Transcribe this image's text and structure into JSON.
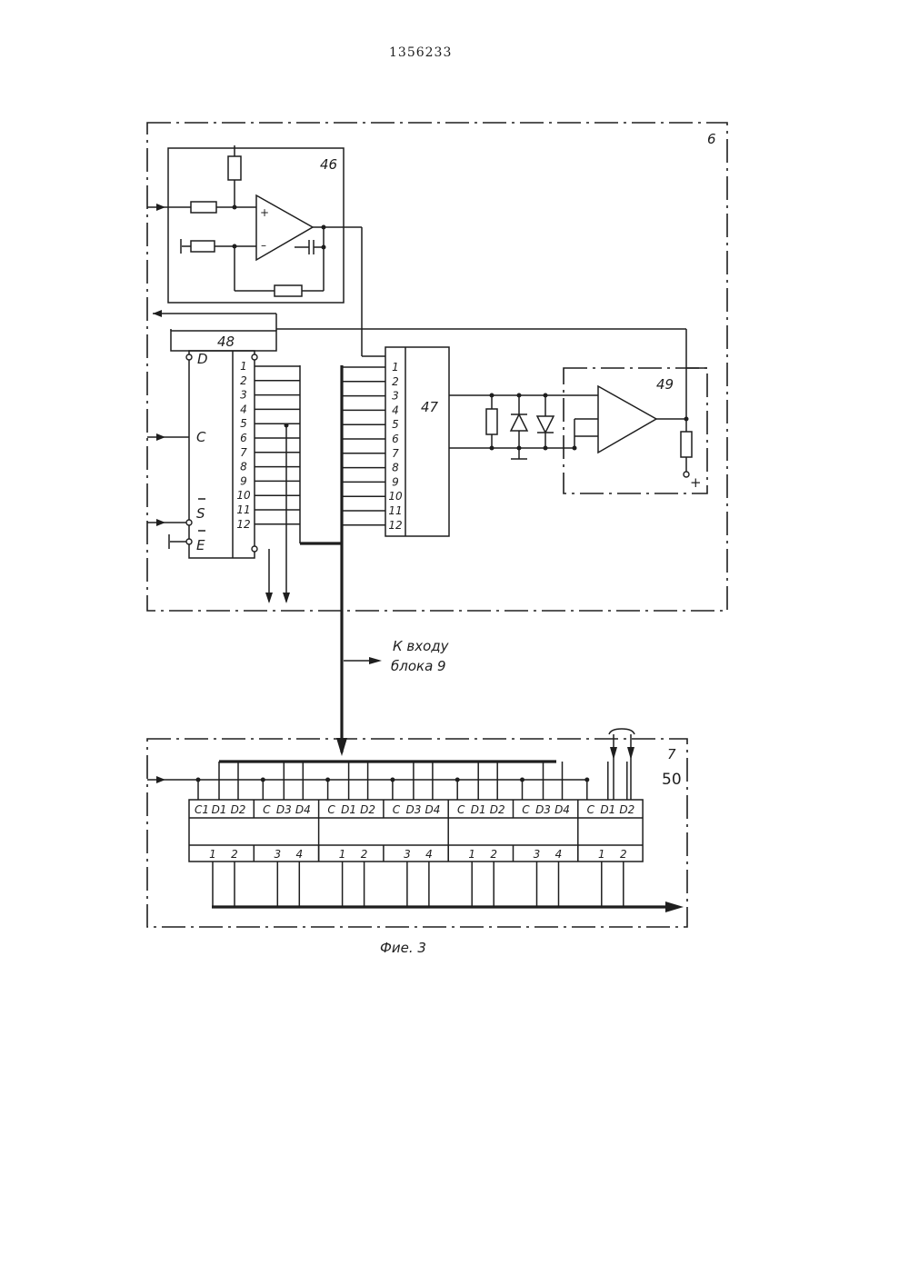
{
  "header": {
    "patent_number": "1356233"
  },
  "block6": {
    "label": "6"
  },
  "block46": {
    "label": "46"
  },
  "block47": {
    "label": "47",
    "pins": [
      "1",
      "2",
      "3",
      "4",
      "5",
      "6",
      "7",
      "8",
      "9",
      "10",
      "11",
      "12"
    ]
  },
  "block48": {
    "label": "48",
    "inputs": {
      "d": "D",
      "c": "C",
      "s": "S",
      "e": "E"
    },
    "pins": [
      "1",
      "2",
      "3",
      "4",
      "5",
      "6",
      "7",
      "8",
      "9",
      "10",
      "11",
      "12"
    ]
  },
  "block49": {
    "label": "49",
    "plus": "+"
  },
  "annotation": {
    "line1": "К входу",
    "line2": "блока 9"
  },
  "block7": {
    "label": "7",
    "sub_label": "50"
  },
  "register_cells": [
    {
      "top": [
        "C1",
        "D1",
        "D2"
      ],
      "bottom": [
        "1",
        "2"
      ]
    },
    {
      "top": [
        "C",
        "D3",
        "D4"
      ],
      "bottom": [
        "3",
        "4"
      ]
    },
    {
      "top": [
        "C",
        "D1",
        "D2"
      ],
      "bottom": [
        "1",
        "2"
      ]
    },
    {
      "top": [
        "C",
        "D3",
        "D4"
      ],
      "bottom": [
        "3",
        "4"
      ]
    },
    {
      "top": [
        "C",
        "D1",
        "D2"
      ],
      "bottom": [
        "1",
        "2"
      ]
    },
    {
      "top": [
        "C",
        "D3",
        "D4"
      ],
      "bottom": [
        "3",
        "4"
      ]
    },
    {
      "top": [
        "C",
        "D1",
        "D2"
      ],
      "bottom": [
        "1",
        "2"
      ]
    }
  ],
  "caption": "Фие. 3"
}
